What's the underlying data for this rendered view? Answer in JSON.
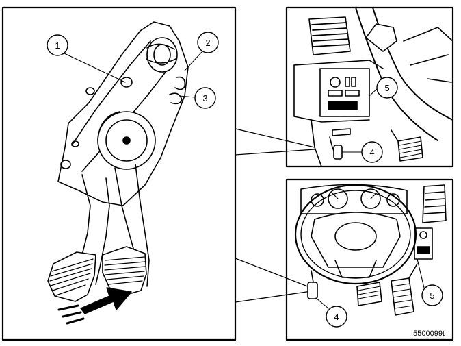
{
  "callouts": {
    "main": [
      "1",
      "2",
      "3"
    ],
    "top_right": [
      "5",
      "4"
    ],
    "bottom_right": [
      "4",
      "5"
    ]
  },
  "figure_code": "5500099t"
}
